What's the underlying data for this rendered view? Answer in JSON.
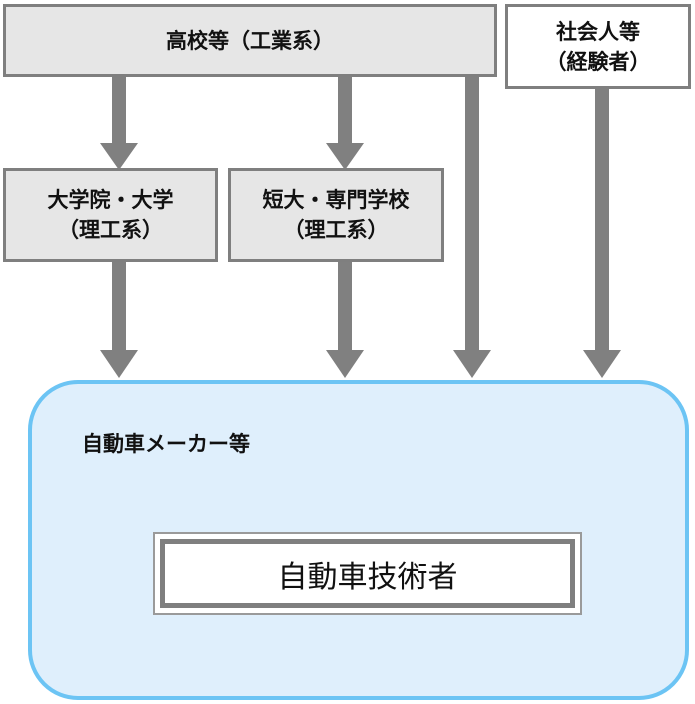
{
  "nodes": {
    "highschool": {
      "label": "高校等（工業系）"
    },
    "society": {
      "line1": "社会人等",
      "line2": "（経験者）"
    },
    "university": {
      "line1": "大学院・大学",
      "line2": "（理工系）"
    },
    "college": {
      "line1": "短大・専門学校",
      "line2": "（理工系）"
    }
  },
  "destination": {
    "region_label": "自動車メーカー等",
    "role_label": "自動車技術者"
  },
  "colors": {
    "box_fill": "#e6e6e6",
    "box_border": "#7f7f7f",
    "arrow": "#808080",
    "region_fill": "#dfeffc",
    "region_border": "#6cc4f4"
  }
}
